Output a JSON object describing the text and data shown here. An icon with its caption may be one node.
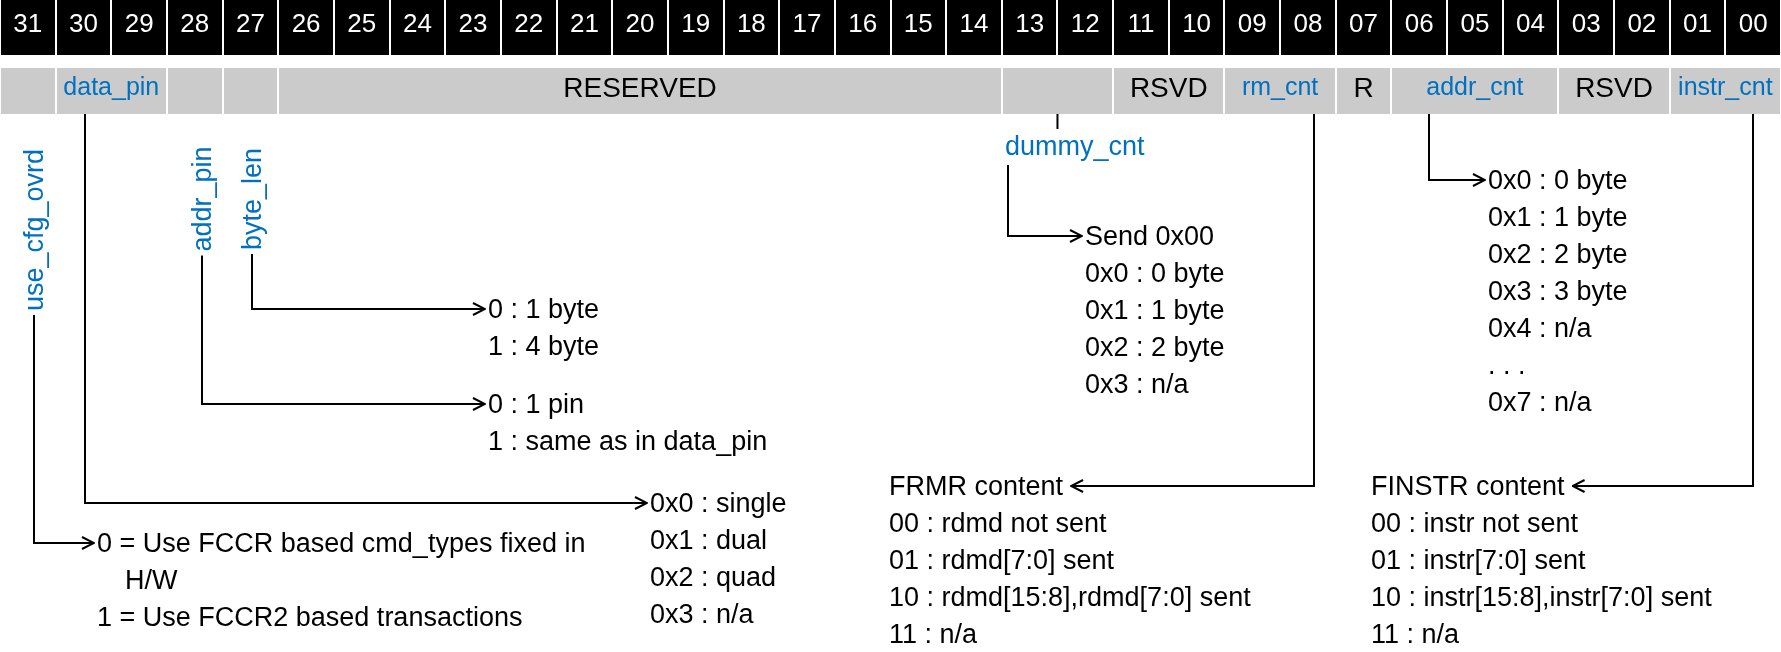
{
  "diagram": {
    "nodes": [
      {
        "text": [
          "31"
        ]
      },
      {
        "text": [
          "30"
        ]
      },
      {
        "text": [
          "29"
        ]
      },
      {
        "text": [
          "28"
        ]
      },
      {
        "text": [
          "27"
        ]
      },
      {
        "text": [
          "26"
        ]
      },
      {
        "text": [
          "25"
        ]
      },
      {
        "text": [
          "24"
        ]
      },
      {
        "text": [
          "23"
        ]
      },
      {
        "text": [
          "22"
        ]
      },
      {
        "text": [
          "21"
        ]
      },
      {
        "text": [
          "20"
        ]
      },
      {
        "text": [
          "19"
        ]
      },
      {
        "text": [
          "18"
        ]
      },
      {
        "text": [
          "17"
        ]
      },
      {
        "text": [
          "16"
        ]
      },
      {
        "text": [
          "15"
        ]
      },
      {
        "text": [
          "14"
        ]
      },
      {
        "text": [
          "13"
        ]
      },
      {
        "text": [
          "12"
        ]
      },
      {
        "text": [
          "11"
        ]
      },
      {
        "text": [
          "10"
        ]
      },
      {
        "text": [
          "09"
        ]
      },
      {
        "text": [
          "08"
        ]
      },
      {
        "text": [
          "07"
        ]
      },
      {
        "text": [
          "06"
        ]
      },
      {
        "text": [
          "05"
        ]
      },
      {
        "text": [
          "04"
        ]
      },
      {
        "text": [
          "03"
        ]
      },
      {
        "text": [
          "02"
        ]
      },
      {
        "text": [
          "01"
        ]
      },
      {
        "text": [
          "00"
        ]
      },
      {
        "text": [],
        "shape": "box"
      },
      {
        "text": [
          "data_pin"
        ]
      },
      {
        "text": [],
        "shape": "box"
      },
      {
        "text": [],
        "shape": "box"
      },
      {
        "text": [
          "RESERVED"
        ]
      },
      {
        "text": [],
        "shape": "box"
      },
      {
        "text": [
          "RSVD"
        ]
      },
      {
        "text": [
          "rm_cnt"
        ]
      },
      {
        "text": [
          "R"
        ]
      },
      {
        "text": [
          "addr_cnt"
        ]
      },
      {
        "text": [
          "RSVD"
        ]
      },
      {
        "text": [
          "instr_cnt"
        ]
      },
      {
        "text": [
          "use_cfg_ovrd"
        ]
      },
      {
        "text": [
          "addr_pin"
        ]
      },
      {
        "text": [
          "byte_len"
        ]
      },
      {
        "text": [
          "dummy_cnt"
        ]
      },
      {
        "text": [
          "0 : 1 byte",
          "1 : 4 byte"
        ]
      },
      {
        "text": [
          "0 : 1 pin",
          "1 : same as in data_pin"
        ]
      },
      {
        "text": [
          "0x0 : single",
          "0x1 : dual",
          "0x2 : quad",
          "0x3 : n/a"
        ]
      },
      {
        "text": [
          "0 = Use FCCR based cmd_types fixed in H/W",
          "1 = Use FCCR2 based transactions"
        ]
      },
      {
        "text": [
          "Send 0x00",
          "0x0 : 0 byte",
          "0x1 : 1 byte",
          "0x2 : 2 byte",
          "0x3 : n/a"
        ]
      },
      {
        "text": [
          "FRMR content",
          "00 : rdmd not sent",
          "01 : rdmd[7:0] sent",
          "10 : rdmd[15:8],rdmd[7:0] sent",
          "11 : n/a"
        ]
      },
      {
        "text": [
          "0x0 : 0 byte",
          "0x1 : 1 byte",
          "0x2 : 2 byte",
          "0x3 : 3 byte",
          "0x4 : n/a",
          ". . .",
          "0x7 : n/a"
        ]
      },
      {
        "text": [
          "FINSTR content",
          "00 : instr not sent",
          "01 : instr[7:0] sent",
          "10 : instr[15:8],instr[7:0] sent",
          "11 : n/a"
        ]
      }
    ],
    "edges": [
      {
        "from": 37,
        "to": 47,
        "arrow": "none"
      },
      {
        "from": 44,
        "to": 51,
        "arrow": "to"
      },
      {
        "from": 33,
        "to": 50,
        "arrow": "to"
      },
      {
        "from": 45,
        "to": 49,
        "arrow": "to"
      },
      {
        "from": 46,
        "to": 48,
        "arrow": "to"
      },
      {
        "from": 47,
        "to": 52,
        "arrow": "to"
      },
      {
        "from": 39,
        "to": 53,
        "arrow": "to"
      },
      {
        "from": 41,
        "to": 54,
        "arrow": "to"
      },
      {
        "from": 43,
        "to": 55,
        "arrow": "to"
      }
    ]
  }
}
